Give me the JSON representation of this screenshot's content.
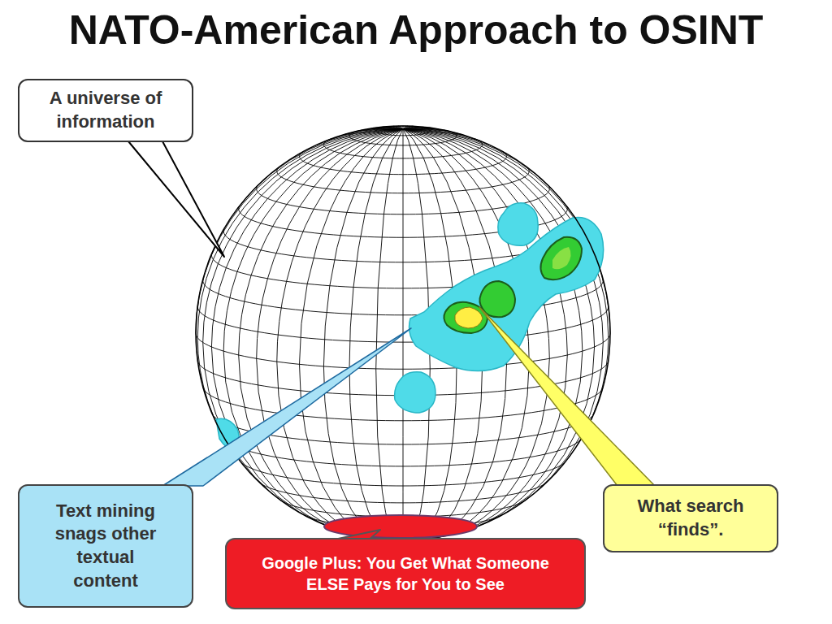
{
  "diagram": {
    "title": "NATO-American Approach to OSINT",
    "nodes": [
      {
        "text": [
          "A universe of information"
        ]
      },
      {
        "text": [
          "Text mining snags other textual content"
        ]
      },
      {
        "text": [
          "Google Plus: You Get What Someone ELSE Pays for You to See"
        ]
      },
      {
        "text": [
          "What search “finds”."
        ]
      }
    ]
  }
}
